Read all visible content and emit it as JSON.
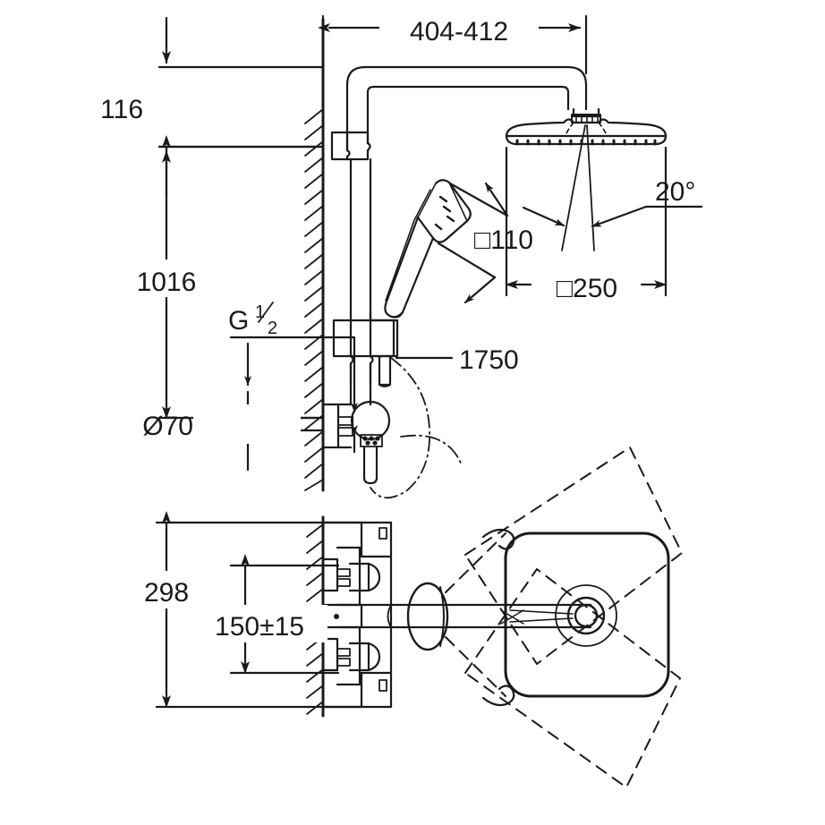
{
  "drawing": {
    "title": "Shower system dimensional drawing",
    "line_color": "#1a1a1a",
    "background": "#ffffff",
    "units": "mm"
  },
  "dimensions": {
    "head_offset": "404-412",
    "arm_height": "116",
    "riser_height": "1016",
    "thread": "G",
    "thread_num": "1",
    "thread_den": "2",
    "escutcheon_dia": "Ø70",
    "hose_length": "1750",
    "hand_shower_sq": "□110",
    "head_sq": "□250",
    "spray_angle": "20°",
    "valve_overall": "298",
    "inlet_centers": "150±15"
  },
  "labels": [
    {
      "name": "head-offset",
      "text": "404-412"
    },
    {
      "name": "arm-height",
      "text": "116"
    },
    {
      "name": "riser-height",
      "text": "1016"
    },
    {
      "name": "escutcheon-diameter",
      "text": "Ø70"
    },
    {
      "name": "hose-length",
      "text": "1750"
    },
    {
      "name": "hand-shower-size",
      "text": "□110"
    },
    {
      "name": "head-size",
      "text": "□250"
    },
    {
      "name": "spray-angle",
      "text": "20°"
    },
    {
      "name": "valve-overall-height",
      "text": "298"
    },
    {
      "name": "inlet-center-distance",
      "text": "150±15"
    }
  ],
  "parts": {
    "wall": "hatched-wall-section",
    "riser": "riser-pipe",
    "shower_arm": "shower-arm",
    "head_shower": "overhead-shower-head",
    "hand_shower": "hand-shower",
    "slide_rail": "wall-bracket",
    "hose": "shower-hose",
    "valve": "thermostatic-valve-body",
    "handle": "rotating-handle-plan-view"
  }
}
